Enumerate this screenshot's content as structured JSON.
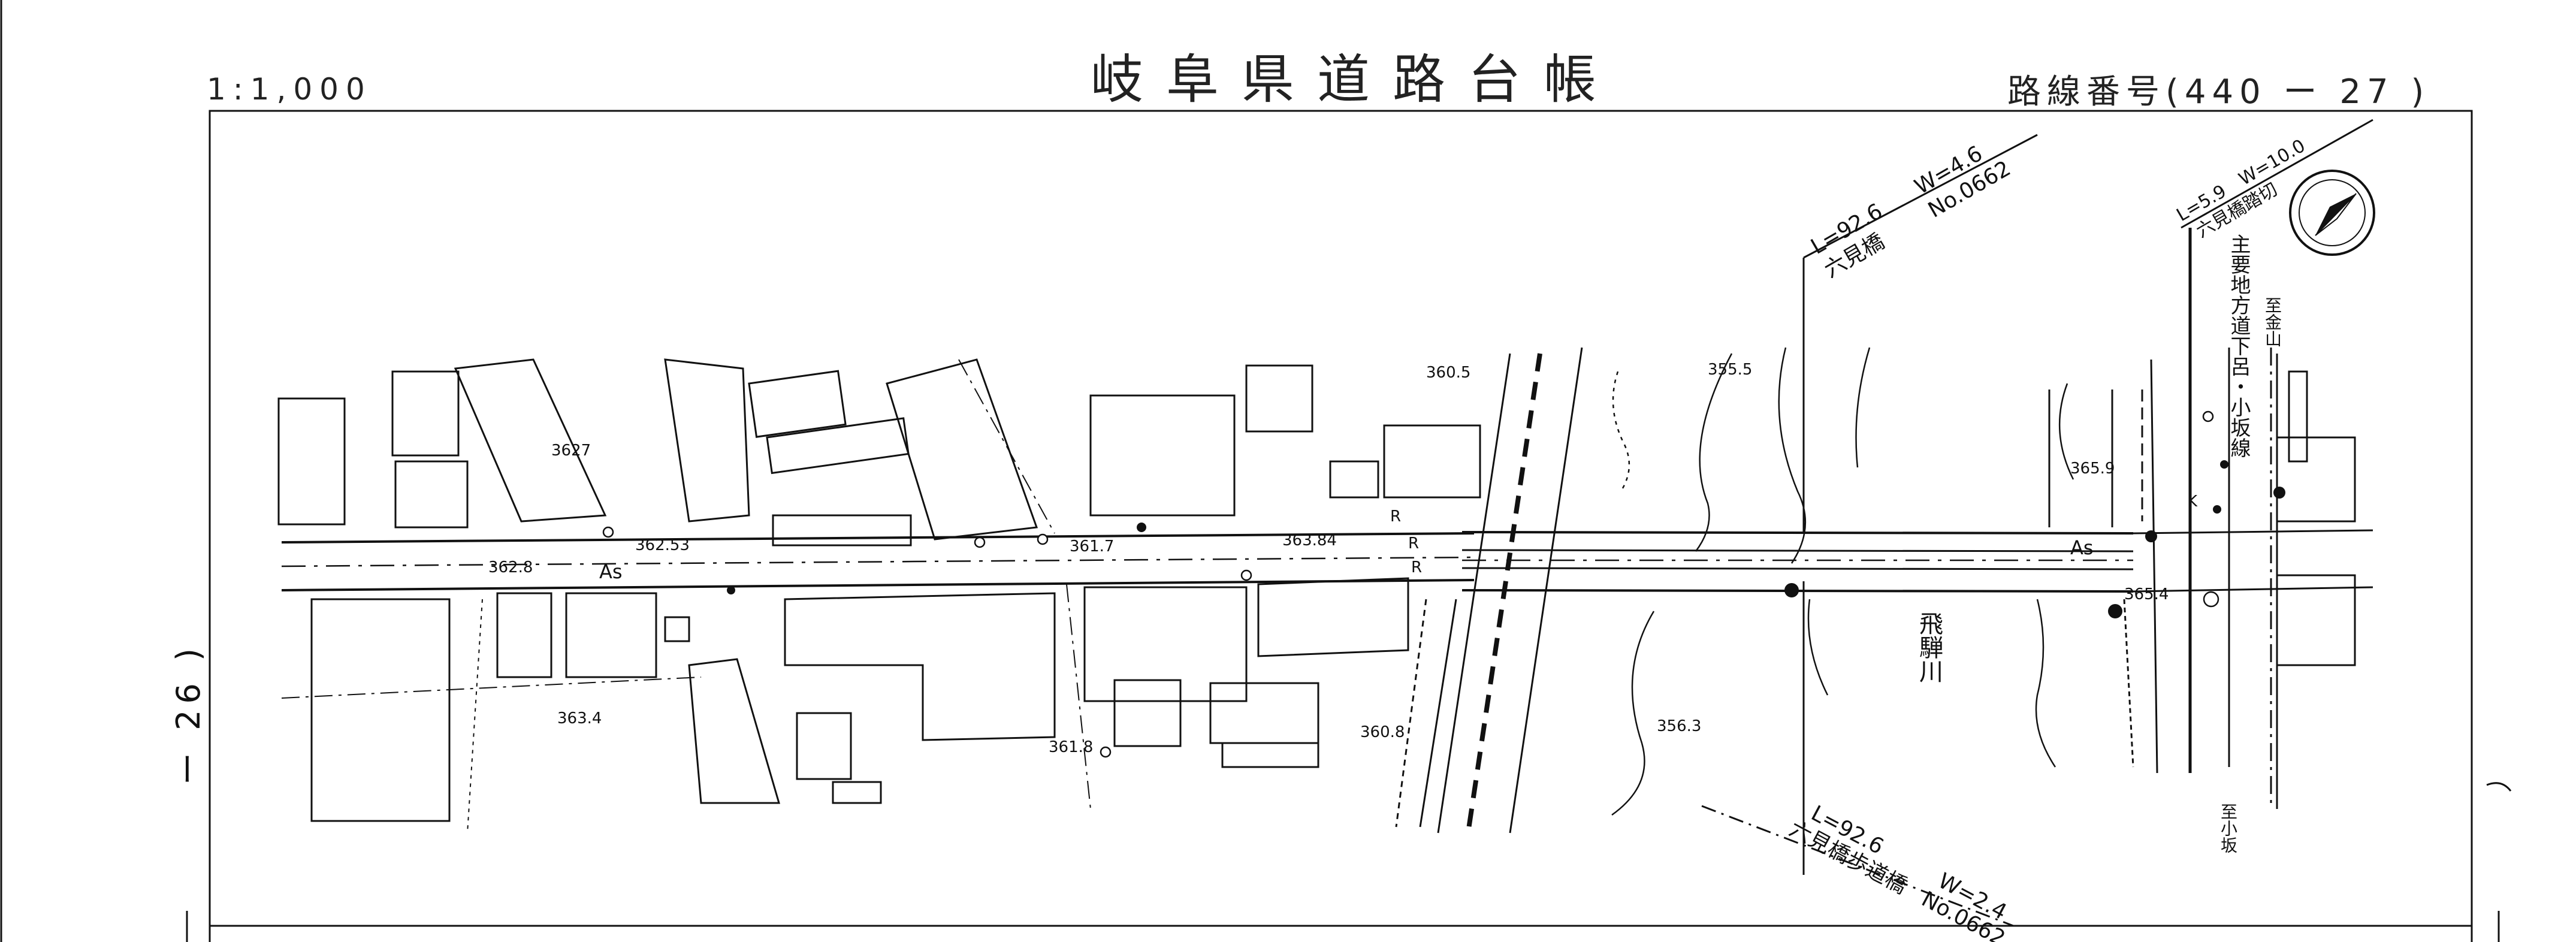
{
  "header": {
    "title": "岐阜県道路台帳",
    "scale": "1:1,000",
    "route_number": "路線番号(440 ー 27 )",
    "page_number": "ー 26 )"
  },
  "spot_heights": [
    "3627",
    "362.53",
    "362.8",
    "361.7",
    "363.84",
    "363.4",
    "361.8",
    "360.5",
    "360.8",
    "355.5",
    "356.3",
    "365.9",
    "365.4"
  ],
  "surface_labels": [
    "As",
    "As"
  ],
  "markers": [
    "R",
    "R",
    "R",
    "K"
  ],
  "river_name": "飛騨川",
  "bridge_vehicle": {
    "length": "L=92.6",
    "width": "W=4.6",
    "name": "六見橋",
    "id": "No.0662"
  },
  "bridge_pedestrian": {
    "length": "L=92.6",
    "width": "W=2.4",
    "name": "六見橋歩道橋",
    "id": "No.0662"
  },
  "crossing": {
    "length": "L=5.9",
    "width": "W=10.0",
    "name": "六見橋踏切"
  },
  "intersecting_road": "主要地方道下呂・小坂線",
  "direction_north": "至金山",
  "direction_south": "至小坂",
  "north_arrow": "north-arrow"
}
